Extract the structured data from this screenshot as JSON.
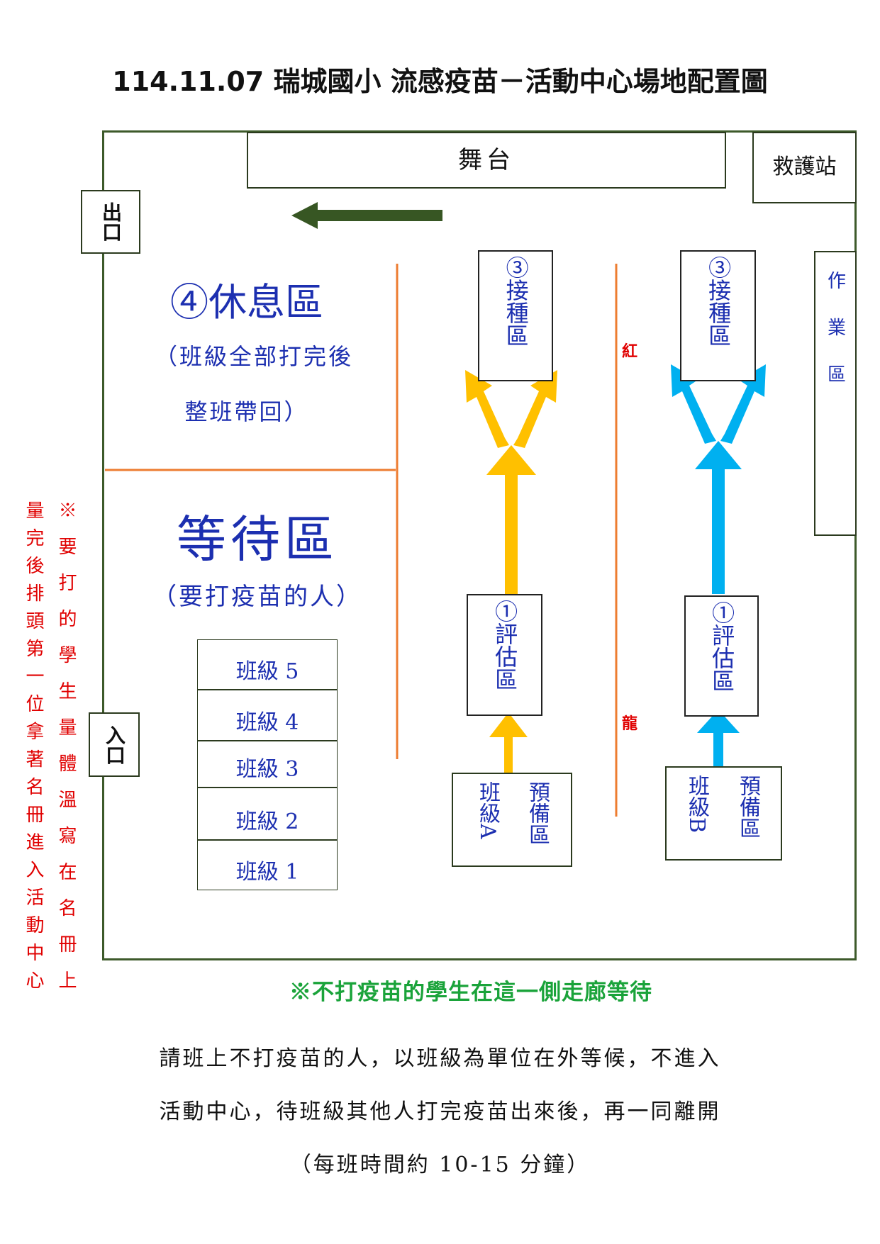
{
  "title": "114.11.07 瑞城國小  流感疫苗－活動中心場地配置圖",
  "stage": "舞台",
  "first_aid": "救護站",
  "exit": "出口",
  "entrance": "入口",
  "rest_area": {
    "title": "④休息區",
    "line1": "（班級全部打完後",
    "line2": "整班帶回）"
  },
  "waiting_area": {
    "title": "等待區",
    "subtitle": "（要打疫苗的人）"
  },
  "classes": [
    "班級 5",
    "班級 4",
    "班級 3",
    "班級 2",
    "班級 1"
  ],
  "rope_line": {
    "top": "紅",
    "bottom": "龍"
  },
  "lane_a": {
    "inoculation": "③接種區",
    "evaluation": "①評估區",
    "prep_class": "班級A",
    "prep_area": "預備區"
  },
  "lane_b": {
    "inoculation": "③接種區",
    "evaluation": "①評估區",
    "prep_class": "班級B",
    "prep_area": "預備區"
  },
  "work_area": "作業區",
  "side_note": {
    "col1": "※要打的學生量體溫寫在名冊上",
    "col2": "量完後排頭第一位拿著名冊進入活動中心"
  },
  "corridor_note": "※不打疫苗的學生在這一側走廊等待",
  "instructions": [
    "請班上不打疫苗的人，以班級為單位在外等候，不進入",
    "活動中心，待班級其他人打完疫苗出來後，再一同離開",
    "（每班時間約 10-15 分鐘）"
  ],
  "colors": {
    "lane_a_arrow": "#ffc000",
    "lane_b_arrow": "#00b0f0",
    "exit_arrow": "#375623",
    "divider": "#ed7d31",
    "note_red": "#e00000",
    "note_green": "#1aa33a"
  }
}
